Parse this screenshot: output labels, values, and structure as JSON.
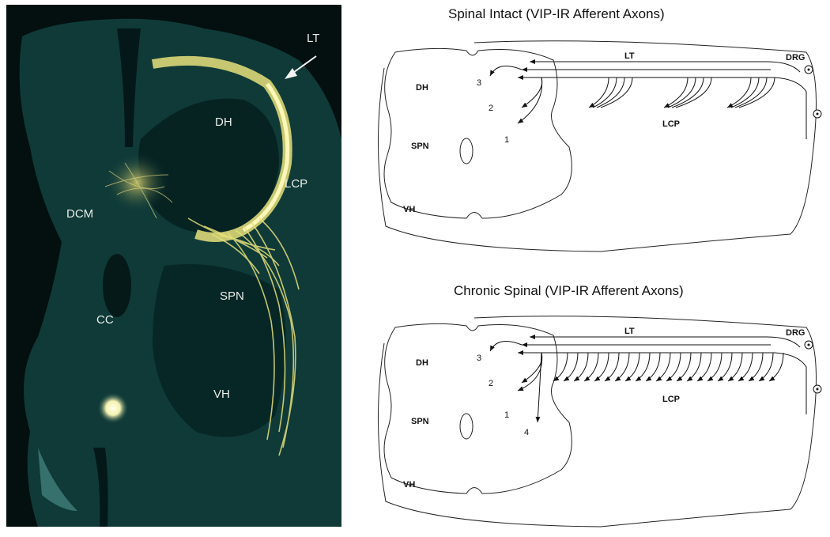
{
  "micrograph": {
    "labels": {
      "lt": "LT",
      "dh": "DH",
      "lcp": "LCP",
      "dcm": "DCM",
      "spn": "SPN",
      "cc": "CC",
      "vh": "VH"
    },
    "colors": {
      "background": "#03100f",
      "tissue": "#0f3a38",
      "fibers": "#e6e07a"
    }
  },
  "diagrams": {
    "intact": {
      "title": "Spinal Intact (VIP-IR Afferent Axons)",
      "labels": {
        "lt": "LT",
        "drg": "DRG",
        "dh": "DH",
        "lcp": "LCP",
        "spn": "SPN",
        "vh": "VH"
      },
      "numbers": [
        "3",
        "2",
        "1"
      ]
    },
    "chronic": {
      "title": "Chronic Spinal (VIP-IR Afferent Axons)",
      "labels": {
        "lt": "LT",
        "drg": "DRG",
        "dh": "DH",
        "lcp": "LCP",
        "spn": "SPN",
        "vh": "VH"
      },
      "numbers": [
        "3",
        "2",
        "1",
        "4"
      ]
    }
  }
}
